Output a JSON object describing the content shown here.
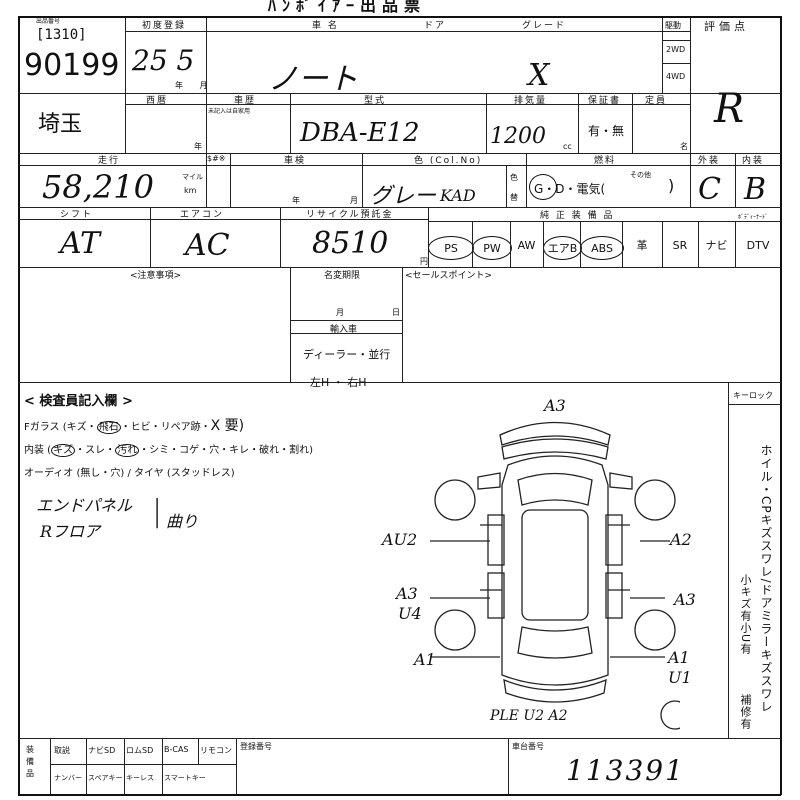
{
  "title": "ﾊﾝﾎﾞｲｱｰ出品票",
  "lot": {
    "header": "出品番号",
    "bracket": "[1310]",
    "number": "90199"
  },
  "first_reg": {
    "header": "初度登録",
    "value": "25 5",
    "unit": "年 月"
  },
  "model_name": {
    "header": "車 名",
    "value": "ノート"
  },
  "doors": {
    "header": "ドア"
  },
  "grade": {
    "header": "グレード",
    "value": "X"
  },
  "drive": {
    "header": "駆動",
    "opt1": "2WD",
    "opt2": "4WD"
  },
  "score": {
    "header": "評価点",
    "value": "R"
  },
  "region": {
    "header": "",
    "value": "埼玉"
  },
  "calendar": {
    "header": "西暦",
    "suffix": "年"
  },
  "inspection_date": {
    "header": "車歴",
    "note": "未記入は自家用"
  },
  "model_code": {
    "header": "型式",
    "value": "DBA-E12"
  },
  "displacement": {
    "header": "排気量",
    "value": "1200",
    "unit": "cc"
  },
  "warranty": {
    "header": "保証書",
    "value": "有・無"
  },
  "capacity": {
    "header": "定員",
    "unit": "名"
  },
  "mileage": {
    "header": "走行",
    "value": "58,210",
    "unit_mile": "マイル",
    "unit_km": "km"
  },
  "shaken": {
    "header": "車検",
    "sub": "$#※",
    "year": "年",
    "month": "月"
  },
  "color": {
    "header": "色 (Col.No)",
    "value": "グレー",
    "code": "KAD",
    "label_iro": "色",
    "label_gae": "替"
  },
  "fuel": {
    "header": "燃料",
    "options": "G・D・電気(",
    "other": "その他",
    "close": ")"
  },
  "exterior": {
    "header": "外装",
    "value": "C"
  },
  "interior": {
    "header": "内装",
    "value": "B"
  },
  "shift": {
    "header": "シフト",
    "value": "AT"
  },
  "aircon": {
    "header": "エアコン",
    "value": "AC"
  },
  "recycle": {
    "header": "リサイクル預託金",
    "value": "8510",
    "unit": "円"
  },
  "equipment": {
    "header": "純 正 装 備 品",
    "items": [
      "PS",
      "PW",
      "AW",
      "エアB",
      "ABS",
      "革",
      "SR",
      "ナビ",
      "DTV"
    ],
    "last_header": "ﾎﾞﾃﾞｨｰﾅｰﾄﾞ"
  },
  "notes": {
    "header": "<注意事項>"
  },
  "rename": {
    "header": "名変期限",
    "month": "月",
    "day": "日"
  },
  "import": {
    "header": "輸入車",
    "dealer": "ディーラー・並行",
    "steering": "左H ・ 右H"
  },
  "sales_point": {
    "header": "<セールスポイント>"
  },
  "inspector": {
    "header": "< 検査員記入欄 >",
    "line1_prefix": "Fガラス (キズ・",
    "line1_circled": "飛石",
    "line1_suffix": "・ヒビ・リペア跡・",
    "line1_mark": "X 要)",
    "line2_prefix": "内装 (",
    "line2_circled1": "キズ",
    "line2_mid": "・スレ・",
    "line2_circled2": "汚れ",
    "line2_suffix": "・シミ・コゲ・穴・キレ・破れ・割れ)",
    "line3": "オーディオ (無し・穴) / タイヤ (スタッドレス)",
    "hand_note1": "エンドパネル",
    "hand_note2": "Rフロア",
    "hand_note3": "曲り"
  },
  "keylock": {
    "header": "キーロック"
  },
  "side_notes": {
    "col1": "ホイル・CPキズ",
    "col1b": "スワレ/ドアミラーキズスワレ",
    "col2": "小キズ有",
    "col2b": "小U有",
    "col3": "補修有"
  },
  "damage_marks": {
    "front": "A3",
    "left_front": "AU2",
    "right_front": "A2",
    "left_mid": "A3",
    "left_mid2": "U4",
    "right_mid": "A3",
    "left_rear": "A1",
    "right_rear": "A1",
    "right_rear2": "U1",
    "rear": "PLE U2 A2"
  },
  "accessories": {
    "header_col": "装備品",
    "row1": [
      "取説",
      "ナビSD",
      "ロムSD",
      "B-CAS",
      "リモコン"
    ],
    "row2": [
      "ナンバー",
      "スペアキー",
      "キーレス",
      "スマートキー"
    ],
    "registration_header": "登録番号",
    "chassis_header": "車台番号",
    "chassis_value": "113391"
  }
}
